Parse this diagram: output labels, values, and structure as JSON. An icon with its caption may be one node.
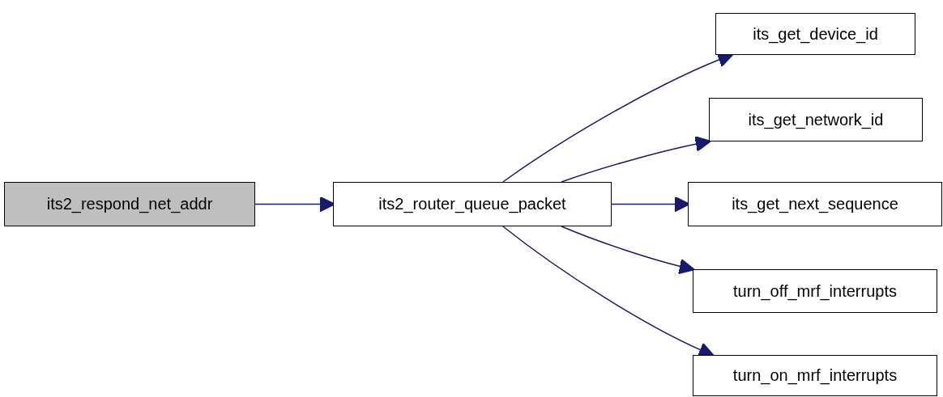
{
  "diagram": {
    "nodes": [
      {
        "text": [
          "its2_respond_net_addr"
        ]
      },
      {
        "text": [
          "its2_router_queue_packet"
        ]
      },
      {
        "text": [
          "its_get_device_id"
        ]
      },
      {
        "text": [
          "its_get_network_id"
        ]
      },
      {
        "text": [
          "its_get_next_sequence"
        ]
      },
      {
        "text": [
          "turn_off_mrf_interrupts"
        ]
      },
      {
        "text": [
          "turn_on_mrf_interrupts"
        ]
      }
    ],
    "edges": [
      {
        "from": 0,
        "to": 1,
        "arrow": "to"
      },
      {
        "from": 1,
        "to": 2,
        "arrow": "to"
      },
      {
        "from": 1,
        "to": 3,
        "arrow": "to"
      },
      {
        "from": 1,
        "to": 4,
        "arrow": "to"
      },
      {
        "from": 1,
        "to": 5,
        "arrow": "to"
      },
      {
        "from": 1,
        "to": 6,
        "arrow": "to"
      }
    ]
  }
}
